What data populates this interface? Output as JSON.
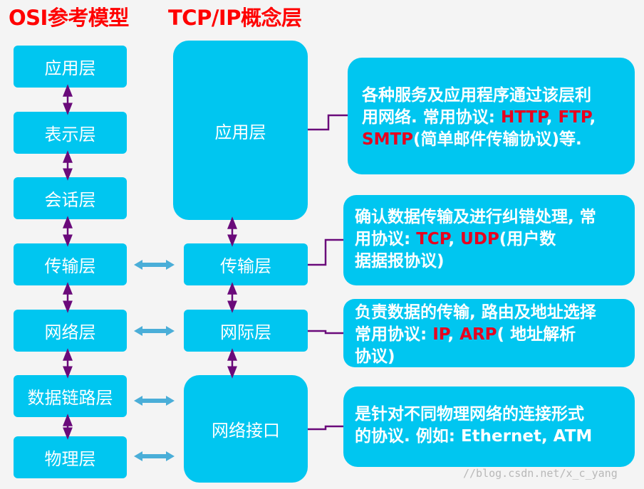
{
  "titles": {
    "osi": "OSI参考模型",
    "tcpip": "TCP/IP概念层"
  },
  "osi_layers": [
    "应用层",
    "表示层",
    "会话层",
    "传输层",
    "网络层",
    "数据链路层",
    "物理层"
  ],
  "tcpip_layers": [
    "应用层",
    "传输层",
    "网际层",
    "网络接口"
  ],
  "descriptions": {
    "application": {
      "t1": "各种服务及应用程序通过该层利",
      "t2": "用网络. 常用协议: ",
      "r1": "HTTP",
      "t3": ", ",
      "r2": "FTP",
      "t4": ",",
      "r3": "SMTP",
      "t5": "(简单邮件传输协议)等."
    },
    "transport": {
      "t1": "确认数据传输及进行纠错处理, 常",
      "t2": "用协议: ",
      "r1": "TCP",
      "t3": ", ",
      "r2": "UDP",
      "t4": "(用户数",
      "t5": "据据报协议)"
    },
    "internet": {
      "t1": "负责数据的传输, 路由及地址选择",
      "t2": "常用协议: ",
      "r1": "IP",
      "t3": ", ",
      "r2": "ARP",
      "t4": "( 地址解析",
      "t5": "协议)"
    },
    "network_interface": {
      "t1": "是针对不同物理网络的连接形式",
      "t2": "的协议. 例如: Ethernet, ATM"
    }
  },
  "watermark": "//blog.csdn.net/x_c_yang",
  "colors": {
    "box": "#00c6f0",
    "title": "#ff0000",
    "protocol": "#e8001e",
    "connector": "#6a0a7a",
    "h_arrow": "#4aaed8"
  }
}
